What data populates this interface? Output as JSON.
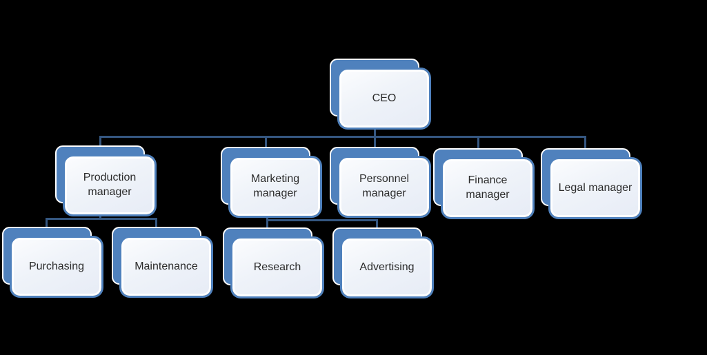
{
  "background": "#000000",
  "colors": {
    "box-blue": "#4f81bd",
    "connector-blue": "#355781",
    "card-text": "#2b2b2b",
    "bg": "#000000"
  },
  "org": {
    "type": "org-chart",
    "nodes": [
      {
        "id": "ceo",
        "label": "CEO",
        "level": 1,
        "parent": null
      },
      {
        "id": "production-manager",
        "label": "Production manager",
        "level": 2,
        "parent": "ceo"
      },
      {
        "id": "marketing-manager",
        "label": "Marketing manager",
        "level": 2,
        "parent": "ceo"
      },
      {
        "id": "personnel-manager",
        "label": "Personnel manager",
        "level": 2,
        "parent": "ceo"
      },
      {
        "id": "finance-manager",
        "label": "Finance manager",
        "level": 2,
        "parent": "ceo"
      },
      {
        "id": "legal-manager",
        "label": "Legal manager",
        "level": 2,
        "parent": "ceo"
      },
      {
        "id": "purchasing",
        "label": "Purchasing",
        "level": 3,
        "parent": "production-manager"
      },
      {
        "id": "maintenance",
        "label": "Maintenance",
        "level": 3,
        "parent": "production-manager"
      },
      {
        "id": "research",
        "label": "Research",
        "level": 3,
        "parent": "marketing-manager"
      },
      {
        "id": "advertising",
        "label": "Advertising",
        "level": 3,
        "parent": "marketing-manager"
      }
    ]
  }
}
